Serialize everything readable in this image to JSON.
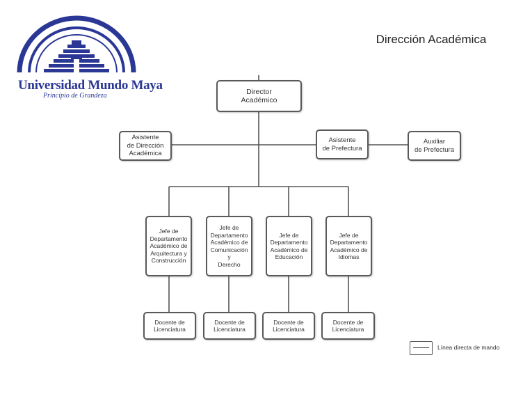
{
  "logo": {
    "name": "Universidad Mundo Maya",
    "motto": "Principio de Grandeza"
  },
  "page": {
    "title": "Dirección Académica"
  },
  "org": {
    "director": "Director\nAcadémico",
    "asistente_direccion": "Asistente\nde Dirección\nAcadémica",
    "asistente_prefectura": "Asistente\nde Prefectura",
    "auxiliar_prefectura": "Auxiliar\nde Prefectura",
    "jefes": [
      "Jefe de\nDepartamento\nAcadémico de\nArquitectura  y\nConstrucción",
      "Jefe de\nDepartamento\nAcadémico de\nComunicación y\nDerecho",
      "Jefe de\nDepartamento\nAcadémico de\nEducación",
      "Jefe de\nDepartamento\nAcadémico de\nIdiomas"
    ],
    "docentes": [
      "Docente de\nLicenciatura",
      "Docente de\nLicenciatura",
      "Docente de\nLicenciatura",
      "Docente de\nLicenciatura"
    ]
  },
  "legend": {
    "label": "Línea directa de mando"
  },
  "colors": {
    "brand": "#2a3794",
    "line": "#555555",
    "border": "#595959"
  }
}
